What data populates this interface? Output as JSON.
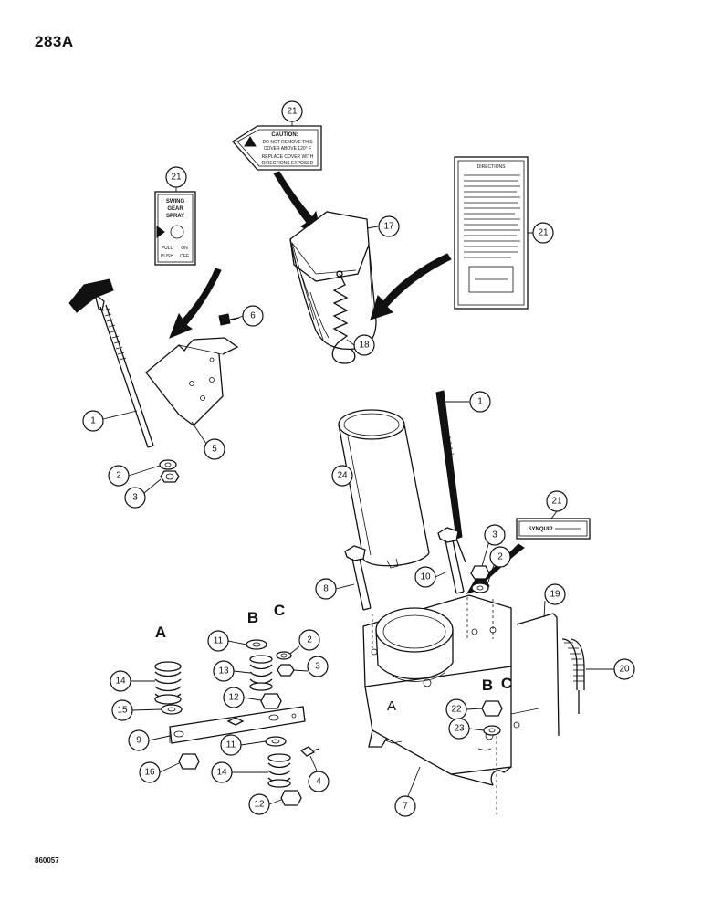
{
  "page": {
    "number": "283A",
    "figure_id": "860057"
  },
  "letters": {
    "a": "A",
    "b": "B",
    "c": "C"
  },
  "decals": {
    "swing": {
      "line1": "SWING",
      "line2": "GEAR",
      "line3": "SPRAY",
      "pull": "PULL",
      "on": "ON",
      "push": "PUSH",
      "off": "OFF"
    },
    "caution": {
      "title": "CAUTION:",
      "line1": "DO NOT REMOVE THIS",
      "line2": "COVER ABOVE 120° F",
      "line3": "REPLACE COVER WITH",
      "line4": "DIRECTIONS EXPOSED"
    },
    "directions": {
      "title": "DIRECTIONS"
    },
    "brand": {
      "name": "SYNQUIP"
    }
  },
  "callouts": [
    {
      "id": "c21a",
      "label": "21"
    },
    {
      "id": "c21b",
      "label": "21"
    },
    {
      "id": "c21c",
      "label": "21"
    },
    {
      "id": "c21d",
      "label": "21"
    },
    {
      "id": "c17",
      "label": "17"
    },
    {
      "id": "c6",
      "label": "6"
    },
    {
      "id": "c18",
      "label": "18"
    },
    {
      "id": "c1a",
      "label": "1"
    },
    {
      "id": "c5",
      "label": "5"
    },
    {
      "id": "c2a",
      "label": "2"
    },
    {
      "id": "c3a",
      "label": "3"
    },
    {
      "id": "c1b",
      "label": "1"
    },
    {
      "id": "c24",
      "label": "24"
    },
    {
      "id": "c3b",
      "label": "3"
    },
    {
      "id": "c2b",
      "label": "2"
    },
    {
      "id": "c8",
      "label": "8"
    },
    {
      "id": "c10",
      "label": "10"
    },
    {
      "id": "c19",
      "label": "19"
    },
    {
      "id": "c11a",
      "label": "11"
    },
    {
      "id": "c2c",
      "label": "2"
    },
    {
      "id": "c3c",
      "label": "3"
    },
    {
      "id": "c14a",
      "label": "14"
    },
    {
      "id": "c13",
      "label": "13"
    },
    {
      "id": "c20",
      "label": "20"
    },
    {
      "id": "c12a",
      "label": "12"
    },
    {
      "id": "c15",
      "label": "15"
    },
    {
      "id": "c22",
      "label": "22"
    },
    {
      "id": "c9",
      "label": "9"
    },
    {
      "id": "c23",
      "label": "23"
    },
    {
      "id": "c11b",
      "label": "11"
    },
    {
      "id": "c16",
      "label": "16"
    },
    {
      "id": "c4",
      "label": "4"
    },
    {
      "id": "c14b",
      "label": "14"
    },
    {
      "id": "c7",
      "label": "7"
    },
    {
      "id": "c12b",
      "label": "12"
    }
  ]
}
